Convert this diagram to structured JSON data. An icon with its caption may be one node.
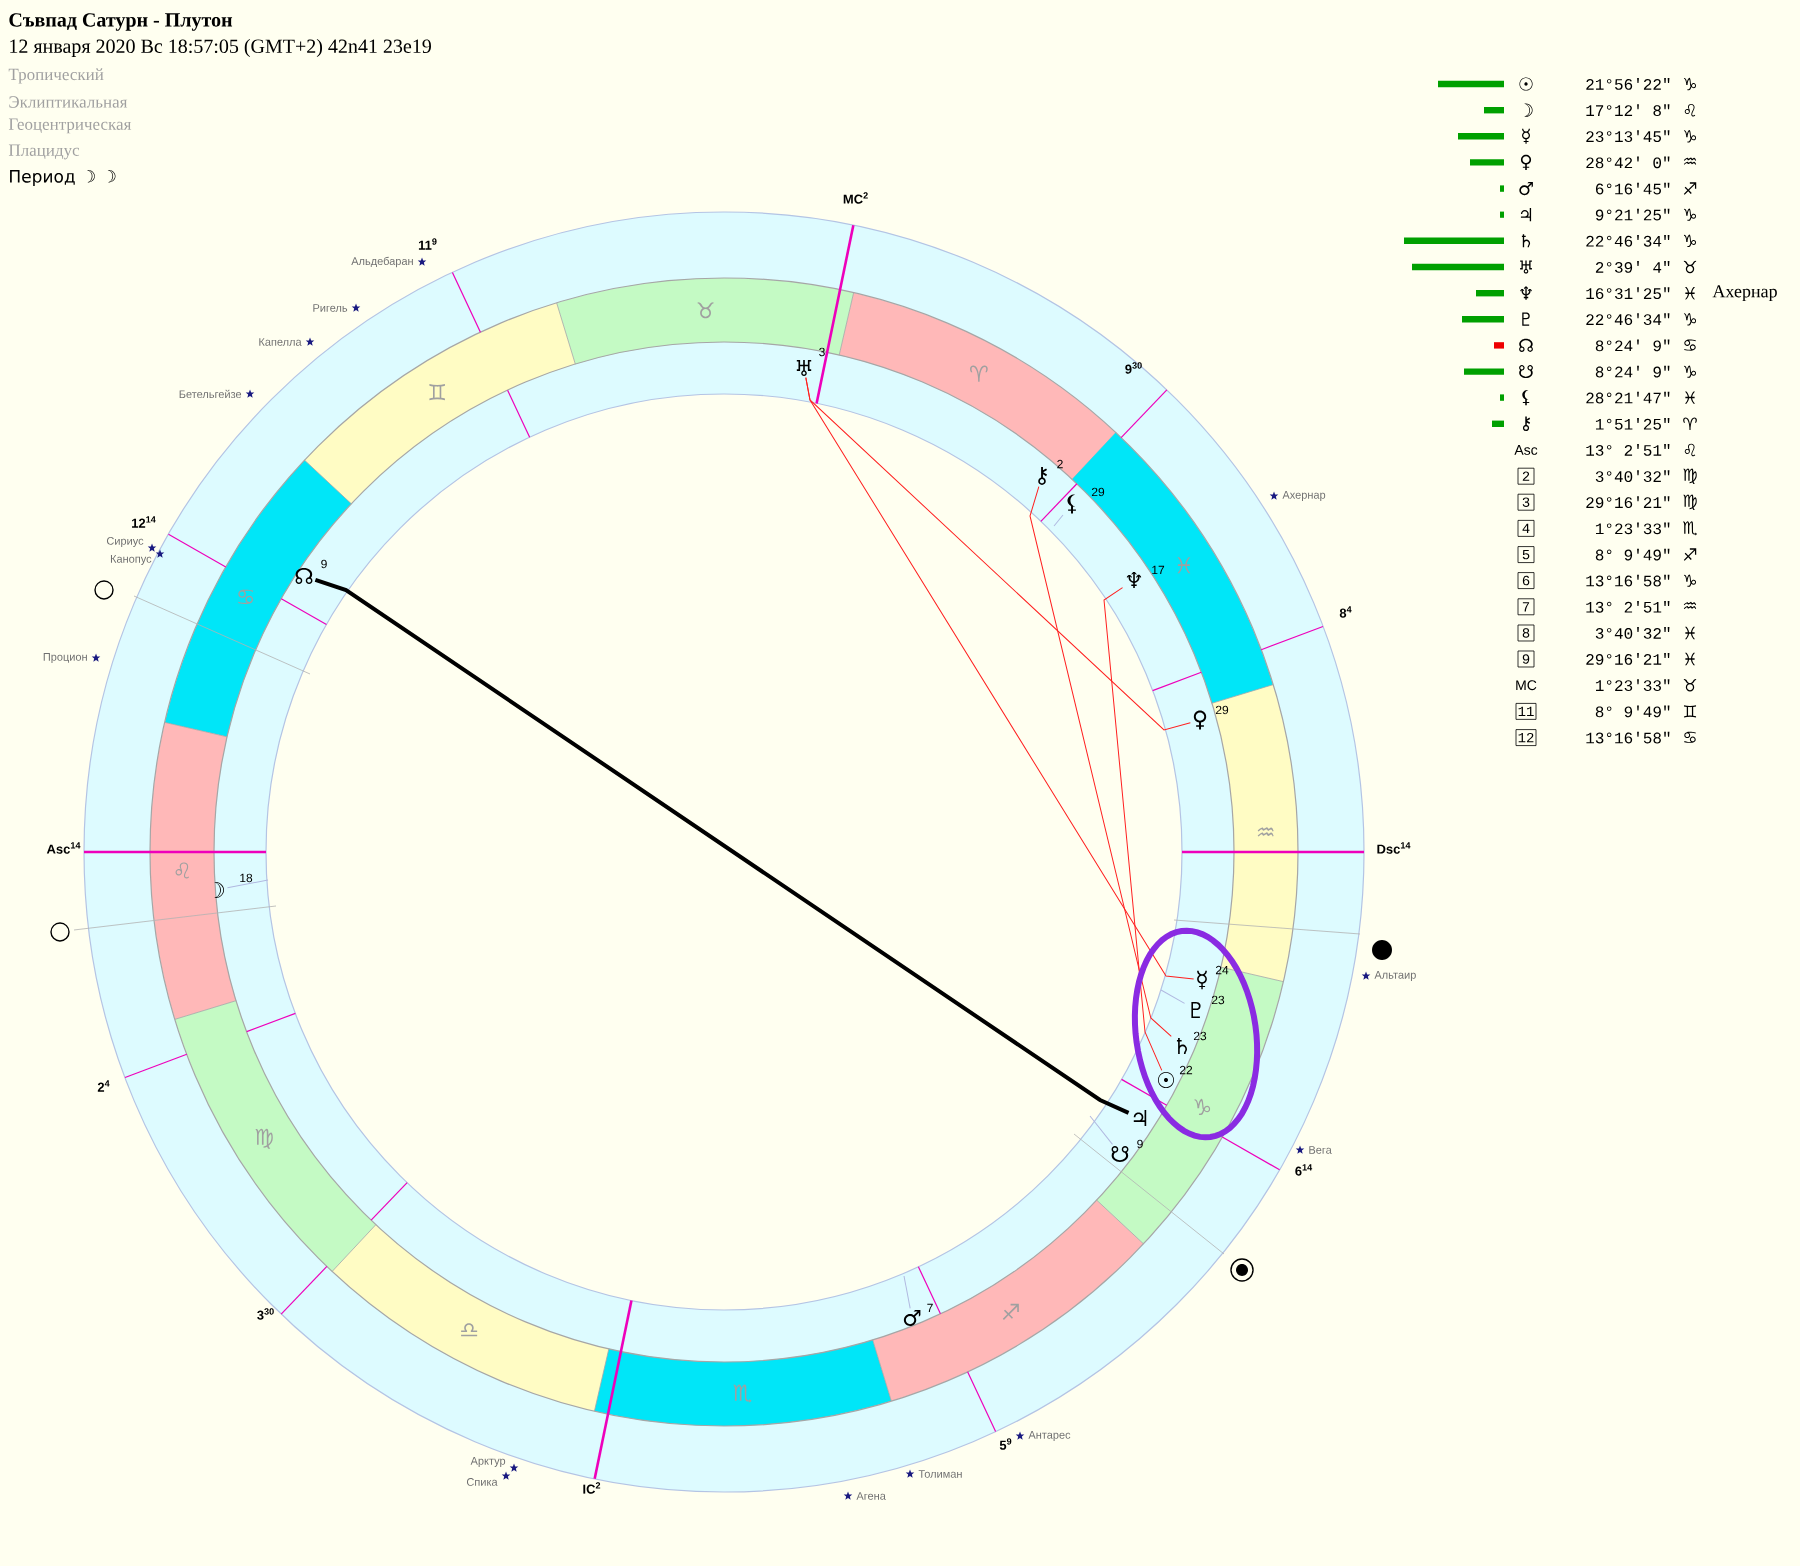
{
  "diagram": {
    "title": "Съвпад Сатурн - Плутон",
    "nodes": [
      {
        "text": [
          "♅"
        ],
        "beside": [
          "3"
        ]
      },
      {
        "text": [
          "⚷"
        ],
        "beside": [
          "2"
        ]
      },
      {
        "text": [
          "⚸"
        ],
        "beside": [
          "29"
        ]
      },
      {
        "text": [
          "♆"
        ],
        "beside": [
          "17"
        ]
      },
      {
        "text": [
          "♀"
        ],
        "beside": [
          "29"
        ]
      },
      {
        "text": [
          "☿"
        ],
        "beside": [
          "24"
        ]
      },
      {
        "text": [
          "♇"
        ],
        "beside": [
          "23"
        ]
      },
      {
        "text": [
          "♄"
        ],
        "beside": [
          "23"
        ]
      },
      {
        "text": [
          "☉"
        ],
        "beside": [
          "22"
        ]
      },
      {
        "text": [
          "♃"
        ]
      },
      {
        "text": [
          "☋"
        ],
        "beside": [
          "9"
        ]
      },
      {
        "text": [
          "♂"
        ],
        "beside": [
          "7"
        ]
      },
      {
        "text": [
          "☽"
        ],
        "beside": [
          "18"
        ]
      },
      {
        "text": [
          "☊"
        ],
        "beside": [
          "9"
        ]
      }
    ],
    "edges": [
      {
        "from": 13,
        "to": 9,
        "arrow": "none",
        "style": "thick",
        "color": "#000000"
      },
      {
        "from": 0,
        "to": 5,
        "arrow": "none",
        "color": "#ff2020"
      },
      {
        "from": 0,
        "to": 4,
        "arrow": "none",
        "color": "#ff2020"
      },
      {
        "from": 1,
        "to": 7,
        "arrow": "none",
        "color": "#ff2020"
      },
      {
        "from": 3,
        "to": 8,
        "arrow": "none",
        "color": "#ff2020"
      },
      {
        "from": 2,
        "to": null,
        "arrow": "none"
      },
      {
        "from": 6,
        "to": null,
        "arrow": "none"
      },
      {
        "from": 10,
        "to": null,
        "arrow": "none"
      },
      {
        "from": 11,
        "to": null,
        "arrow": "none"
      },
      {
        "from": 12,
        "to": null,
        "arrow": "none"
      }
    ],
    "labels": [
      "12 января 2020 Вс 18:57:05 (GMT+2) 42n41 23e19",
      "Тропический",
      "Эклиптикальная",
      "Геоцентрическая",
      "Плацидус",
      "Период ☽ ☽",
      "MC$^{2}$",
      "11$^{9}$",
      "12$^{14}$",
      "Asc$^{14}$",
      "2$^{4}$",
      "3$^{30}$",
      "IC$^{2}$",
      "5$^{9}$",
      "6$^{14}$",
      "Dsc$^{14}$",
      "8$^{4}$",
      "9$^{30}$",
      "♈",
      "♉",
      "♊",
      "♋",
      "♌",
      "♍",
      "♎",
      "♏",
      "♐",
      "♑",
      "♒",
      "♓",
      "Альдебаран",
      "Ригель",
      "Капелла",
      "Бетельгейзе",
      "Сириус",
      "Канопус",
      "Процион",
      "Ахернар",
      "Альтаир",
      "Вега",
      "Антарес",
      "Толиман",
      "Агена",
      "Арктур",
      "Спика",
      "☉",
      "21°56'22\"",
      "♑",
      "☽",
      "17°12' 8\"",
      "♌",
      "☿",
      "23°13'45\"",
      "♑",
      "♀",
      "28°42' 0\"",
      "♒",
      "♂",
      "6°16'45\"",
      "♐",
      "♃",
      "9°21'25\"",
      "♑",
      "♄",
      "22°46'34\"",
      "♑",
      "♅",
      "2°39' 4\"",
      "♉",
      "♆",
      "16°31'25\"",
      "♓",
      "Ахернар",
      "♇",
      "22°46'34\"",
      "♑",
      "☊",
      "8°24' 9\"",
      "♋",
      "☋",
      "8°24' 9\"",
      "♑",
      "⚸",
      "28°21'47\"",
      "♓",
      "⚷",
      "1°51'25\"",
      "♈",
      "Asc",
      "13° 2'51\"",
      "♌",
      "2",
      "3°40'32\"",
      "♍",
      "3",
      "29°16'21\"",
      "♍",
      "4",
      "1°23'33\"",
      "♏",
      "5",
      "8° 9'49\"",
      "♐",
      "6",
      "13°16'58\"",
      "♑",
      "7",
      "13° 2'51\"",
      "♒",
      "8",
      "3°40'32\"",
      "♓",
      "9",
      "29°16'21\"",
      "♓",
      "MC",
      "1°23'33\"",
      "♉",
      "11",
      "8° 9'49\"",
      "♊",
      "12",
      "13°16'58\"",
      "♋"
    ]
  }
}
